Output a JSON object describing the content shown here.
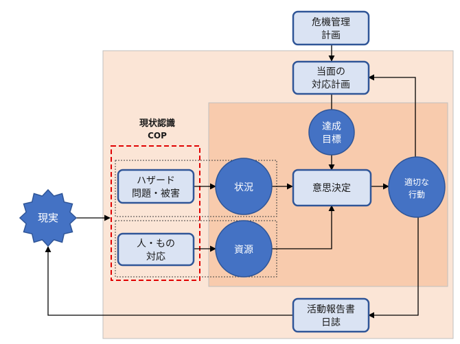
{
  "nodes": {
    "crisis_plan": [
      "危機管理",
      "計画"
    ],
    "current_plan": [
      "当面の",
      "対応計画"
    ],
    "goal": [
      "達成",
      "目標"
    ],
    "hazard": [
      "ハザード",
      "問題・被害"
    ],
    "situation": "状況",
    "decision": "意思決定",
    "action": [
      "適切な",
      "行動"
    ],
    "people_things": [
      "人・もの",
      "対応"
    ],
    "resources": "資源",
    "reality": "現実",
    "report": [
      "活動報告書",
      "日誌"
    ]
  },
  "cop": {
    "title": "現状認識",
    "subtitle": "COP"
  },
  "colors": {
    "outer_panel": "#fbe5d6",
    "inner_panel": "#f8cbad",
    "box_fill": "#dae3f3",
    "box_border": "#2f5597",
    "circle_fill": "#4472c4",
    "cop_border": "#e00000"
  }
}
